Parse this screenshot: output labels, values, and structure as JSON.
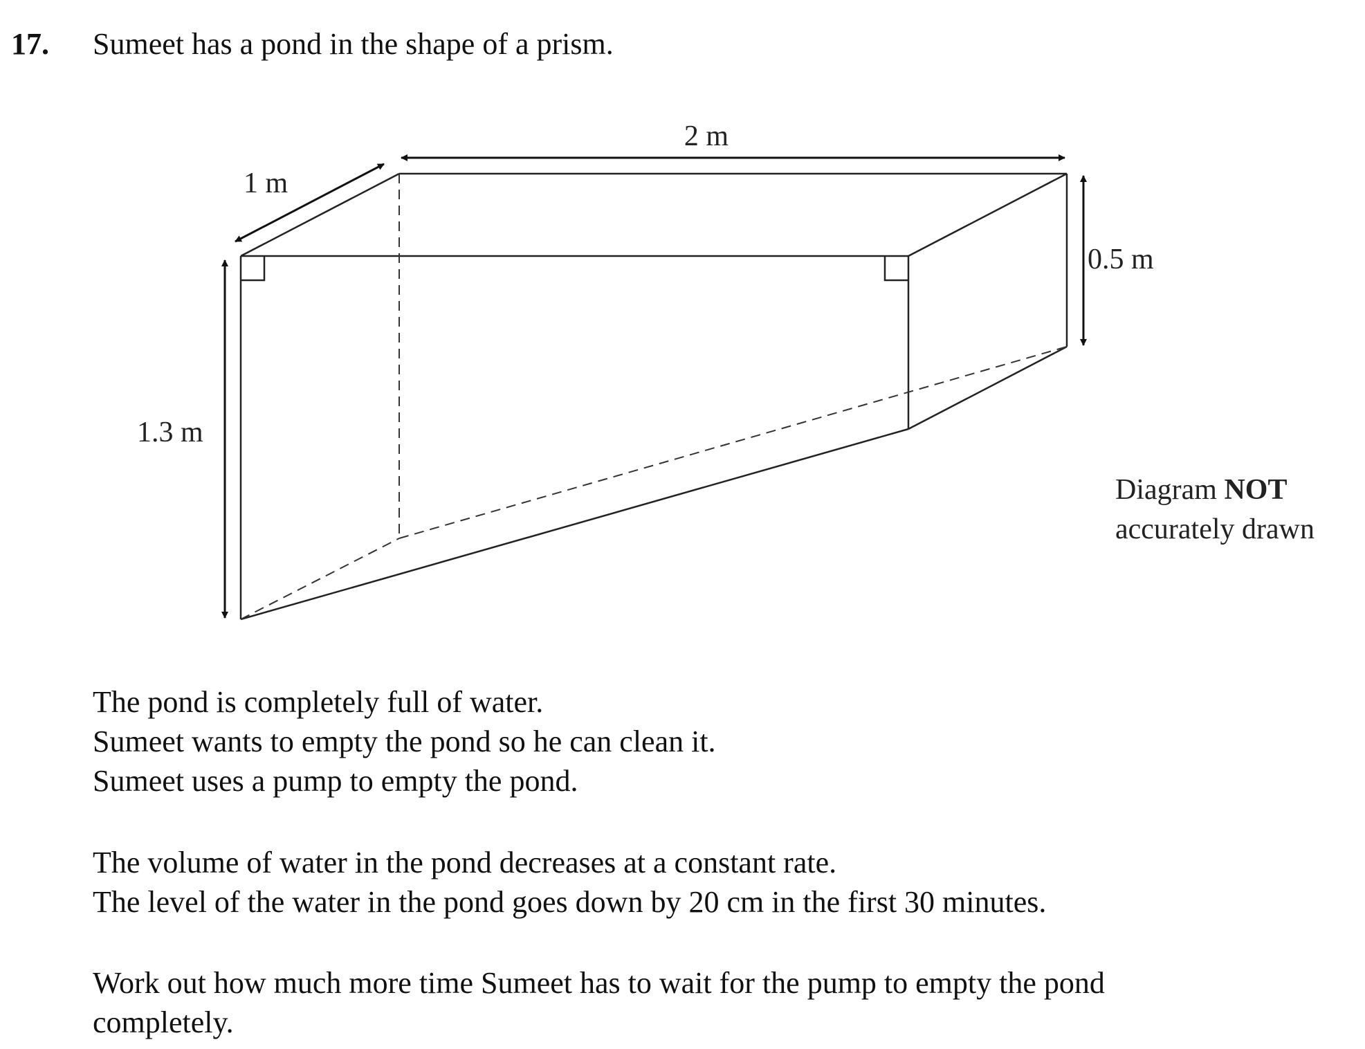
{
  "question": {
    "number": "17.",
    "intro": "Sumeet has a pond in the shape of a prism."
  },
  "diagram": {
    "labels": {
      "top_length": "2 m",
      "width": "1 m",
      "deep_end": "1.3 m",
      "shallow_end": "0.5 m"
    },
    "note": {
      "prefix": "Diagram ",
      "emphasis": "NOT",
      "line2": "accurately drawn"
    }
  },
  "body": {
    "paragraph1": [
      "The pond is completely full of water.",
      "Sumeet wants to empty the pond so he can clean it.",
      "Sumeet uses a pump to empty the pond."
    ],
    "paragraph2": [
      "The volume of water in the pond decreases at a constant rate.",
      "The level of the water in the pond goes down by 20 cm in the first 30 minutes."
    ],
    "paragraph3": [
      "Work out how much more time Sumeet has to wait for the pump to empty the pond",
      "completely."
    ]
  }
}
